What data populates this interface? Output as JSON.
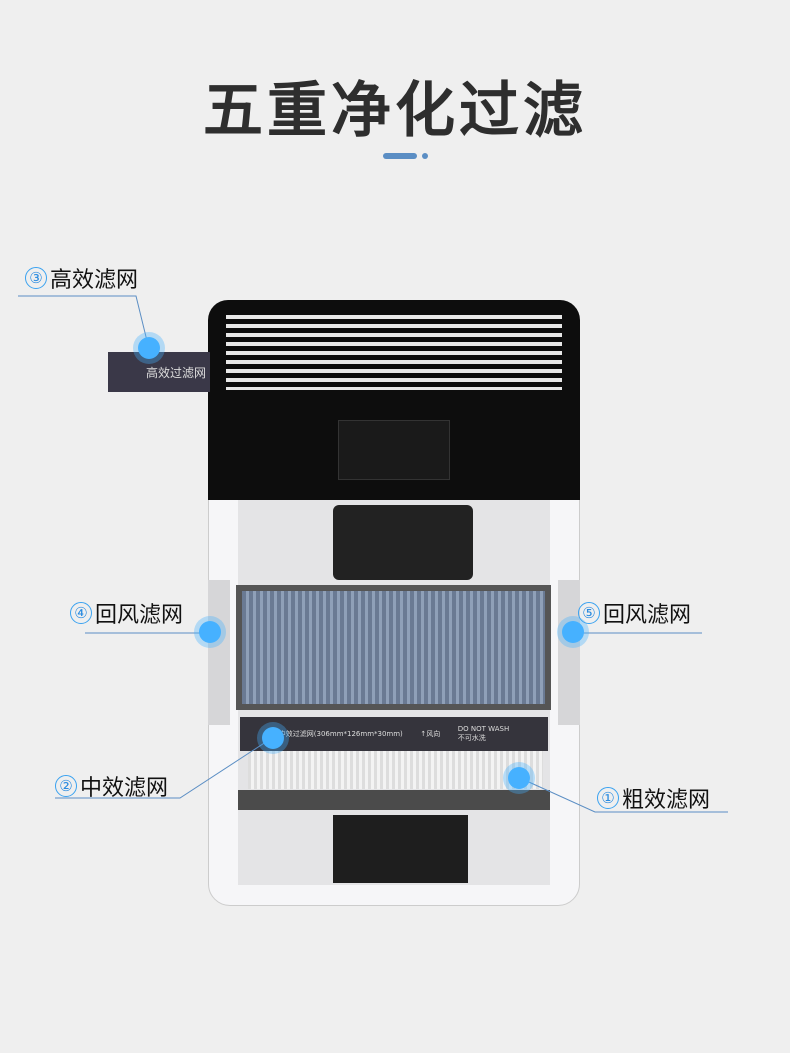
{
  "title": "五重净化过滤",
  "accent": "#5b8ec4",
  "labels": [
    {
      "num": "③",
      "text": "高效滤网"
    },
    {
      "num": "④",
      "text": "回风滤网"
    },
    {
      "num": "⑤",
      "text": "回风滤网"
    },
    {
      "num": "②",
      "text": "中效滤网"
    },
    {
      "num": "①",
      "text": "粗效滤网"
    }
  ],
  "product": {
    "hepa_tag": "高效过滤网",
    "mid_tag": "中效过滤网(306mm*126mm*30mm)",
    "airflow": "↑风向",
    "wash": "DO NOT WASH",
    "wash_cn": "不可水洗"
  }
}
